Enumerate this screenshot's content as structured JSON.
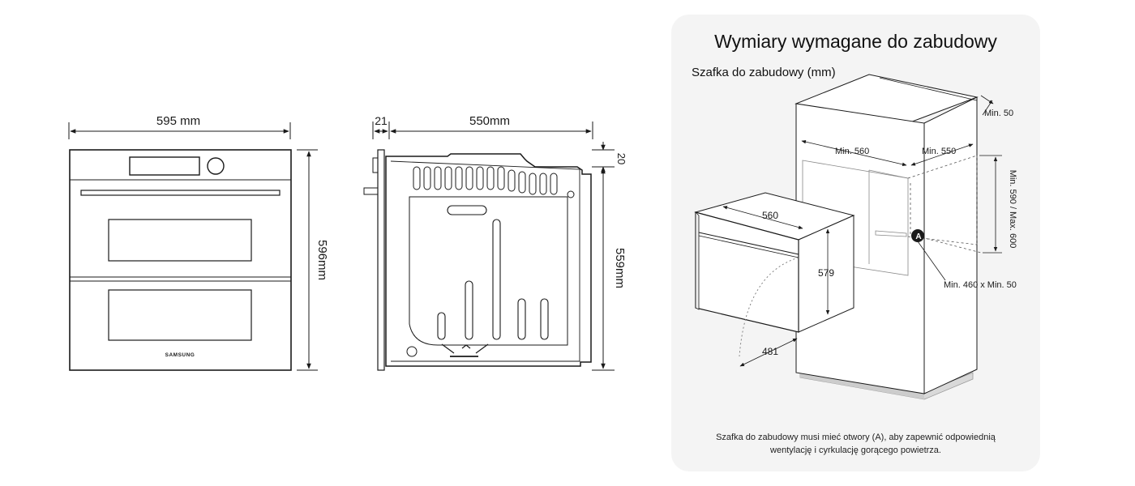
{
  "front_view": {
    "width_label": "595 mm",
    "height_label": "596mm",
    "brand": "SAMSUNG"
  },
  "side_view": {
    "front_depth_label": "21",
    "depth_label": "550mm",
    "top_gap_label": "20",
    "body_height_label": "559mm"
  },
  "installation": {
    "title": "Wymiary wymagane do zabudowy",
    "subtitle": "Szafka do zabudowy (mm)",
    "min_50_top": "Min. 50",
    "min_560": "Min. 560",
    "min_550": "Min. 550",
    "height_range": "Min. 590 / Max. 600",
    "oven_width": "560",
    "oven_height": "579",
    "door_depth": "481",
    "vent_marker": "A",
    "vent_size": "Min. 460 x Min. 50",
    "note": "Szafka do zabudowy musi mieć otwory (A), aby zapewnić odpowiednią wentylację i cyrkulację gorącego powietrza."
  }
}
